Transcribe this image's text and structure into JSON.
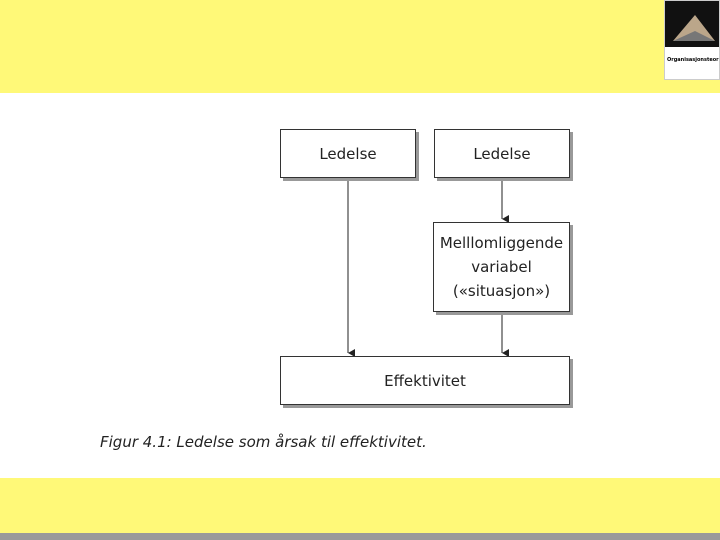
{
  "colors": {
    "band": "#fff978",
    "bottom_bar": "#9a9a9a"
  },
  "cover": {
    "title": "Organisasjonsteori"
  },
  "diagram": {
    "box_leader_left": "Ledelse",
    "box_leader_right": "Ledelse",
    "box_mediator_lines": [
      "Melllomliggende",
      "variabel",
      "(«situasjon»)"
    ],
    "box_outcome": "Effektivitet"
  },
  "caption": "Figur 4.1: Ledelse som årsak til effektivitet."
}
